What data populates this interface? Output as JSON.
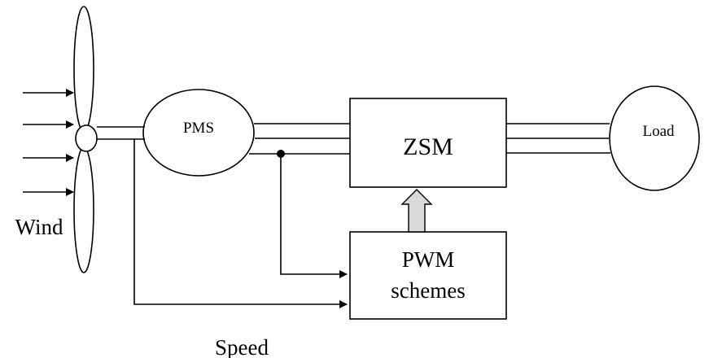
{
  "diagram": {
    "generator": {
      "label": "PMS"
    },
    "converter": {
      "label": "ZSM"
    },
    "controller": {
      "label_line1": "PWM",
      "label_line2": "schemes"
    },
    "load": {
      "label": "Load"
    },
    "wind_label": "Wind",
    "speed_label": "Speed",
    "colors": {
      "stroke": "#000000",
      "arrow_fill": "#d9d9d9",
      "background": "#ffffff"
    }
  }
}
